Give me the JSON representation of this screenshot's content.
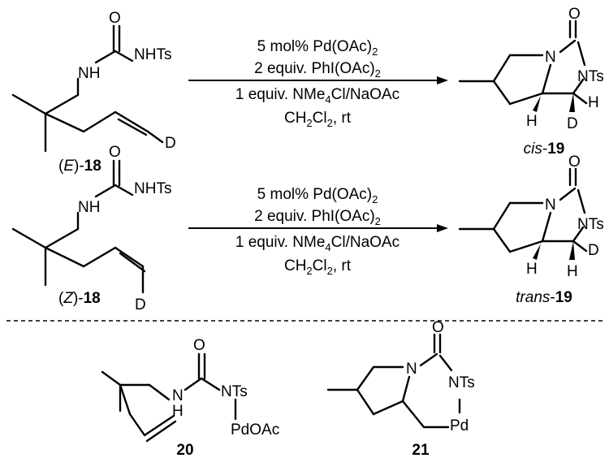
{
  "reaction_conditions": {
    "line1": "5 mol% Pd(OAc)",
    "line1_sub": "2",
    "line2": "2 equiv. PhI(OAc)",
    "line2_sub": "2",
    "line3_pre": "1 equiv. NMe",
    "line3_sub": "4",
    "line3_post": "Cl/NaOAc",
    "line4_pre": "CH",
    "line4_sub1": "2",
    "line4_mid": "Cl",
    "line4_sub2": "2",
    "line4_post": ", rt"
  },
  "atoms": {
    "O": "O",
    "NHTs": "NHTs",
    "NH": "NH",
    "N": "N",
    "NTs": "NTs",
    "H": "H",
    "D": "D",
    "PdOAc": "PdOAc",
    "Pd": "Pd"
  },
  "compounds": {
    "e18_prefix": "(",
    "e18_stereo": "E",
    "e18_suffix": ")-",
    "e18_num": "18",
    "z18_prefix": "(",
    "z18_stereo": "Z",
    "z18_suffix": ")-",
    "z18_num": "18",
    "cis19_stereo": "cis",
    "cis19_dash": "-",
    "cis19_num": "19",
    "trans19_stereo": "trans",
    "trans19_dash": "-",
    "trans19_num": "19",
    "c20": "20",
    "c21": "21"
  }
}
